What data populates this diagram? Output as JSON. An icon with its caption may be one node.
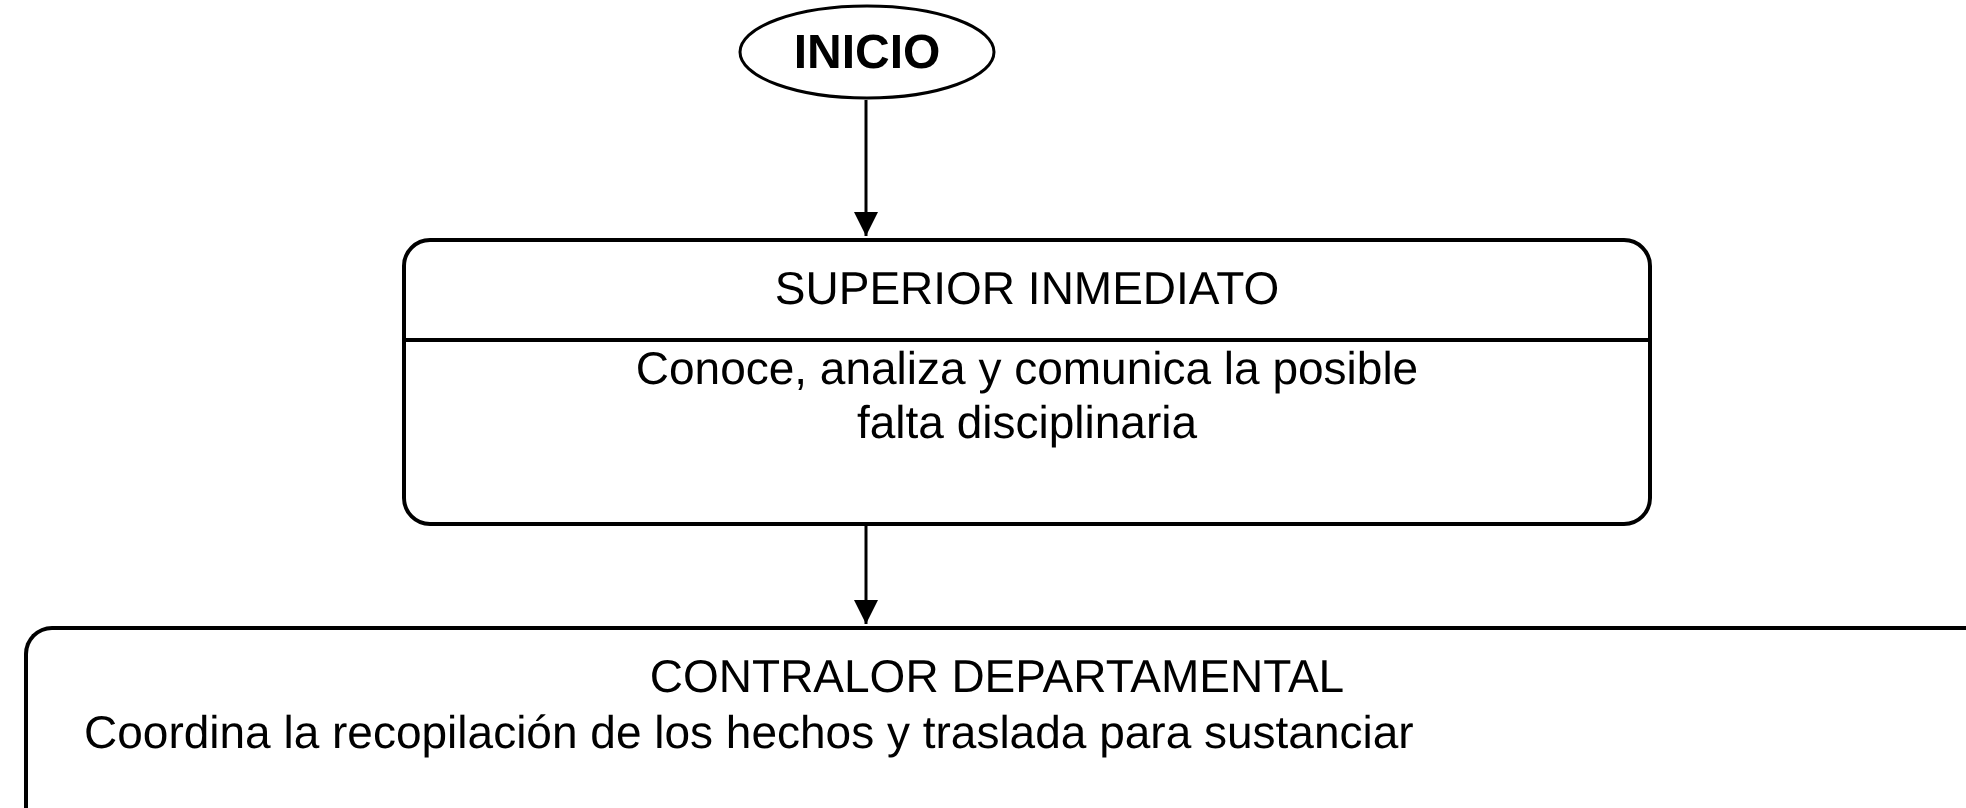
{
  "diagram": {
    "nodes": [
      {
        "text": [
          "INICIO"
        ]
      },
      {
        "text": [
          "SUPERIOR INMEDIATO",
          "Conoce, analiza y comunica la posible falta disciplinaria"
        ]
      },
      {
        "text": [
          "CONTRALOR DEPARTAMENTAL",
          "Coordina la recopilación de los hechos y traslada para sustanciar"
        ]
      }
    ],
    "edges": [
      {
        "from": 0,
        "to": 1,
        "arrow": "to"
      },
      {
        "from": 1,
        "to": 2,
        "arrow": "to"
      }
    ]
  }
}
